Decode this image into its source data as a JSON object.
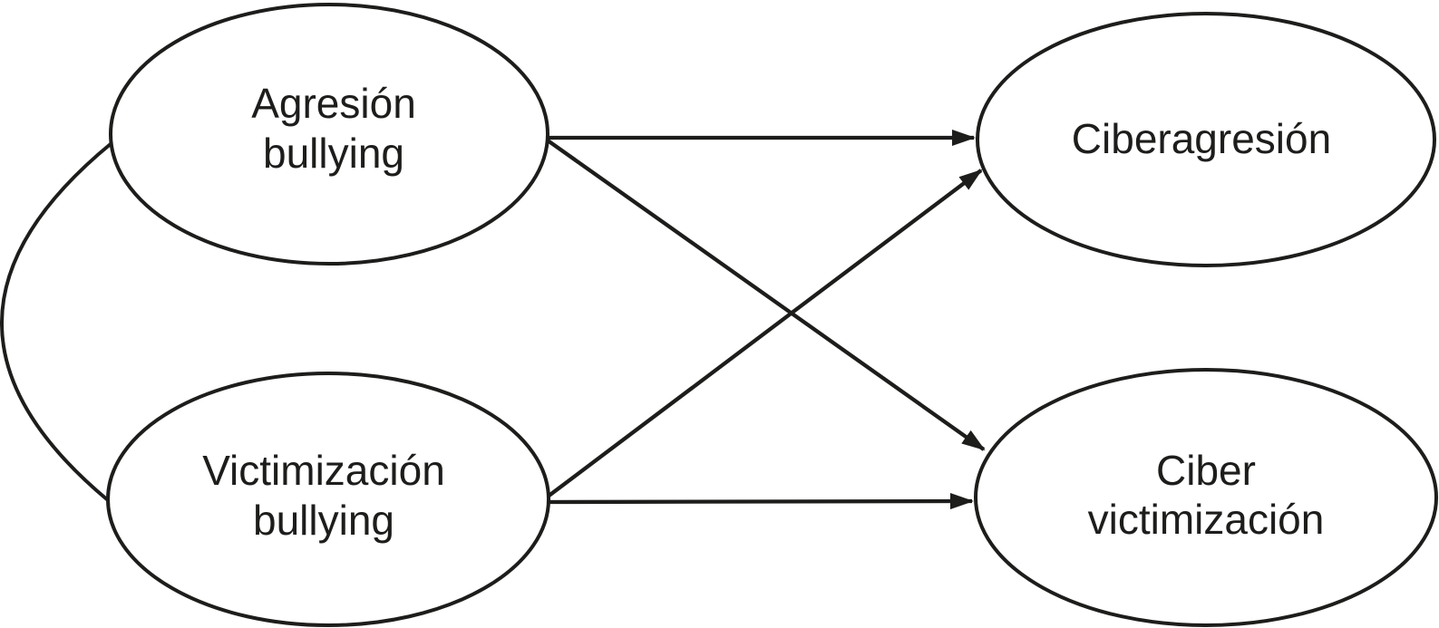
{
  "figure_type": "sem-path-diagram",
  "colors": {
    "background": "#ffffff",
    "line": "#1d1d1b",
    "text": "#1d1d1b"
  },
  "nodes": {
    "agresion_bullying": {
      "label": "Agresión bullying",
      "lines": [
        "Agresión",
        "bullying"
      ]
    },
    "victimizacion_bullying": {
      "label": "Victimización bullying",
      "lines": [
        "Victimización",
        "bullying"
      ]
    },
    "ciberagresion": {
      "label": "Ciberagresión",
      "lines": [
        "Ciberagresión"
      ]
    },
    "ciber_victimizacion": {
      "label": "Ciber victimización",
      "lines": [
        "Ciber",
        "victimización"
      ]
    }
  },
  "edges": [
    {
      "from": "Agresión bullying",
      "to": "Ciberagresión",
      "style": "single-headed-arrow"
    },
    {
      "from": "Agresión bullying",
      "to": "Ciber victimización",
      "style": "single-headed-arrow"
    },
    {
      "from": "Victimización bullying",
      "to": "Ciberagresión",
      "style": "single-headed-arrow"
    },
    {
      "from": "Victimización bullying",
      "to": "Ciber victimización",
      "style": "single-headed-arrow"
    },
    {
      "from": "Agresión bullying",
      "to": "Victimización bullying",
      "style": "covariance-curve"
    }
  ]
}
